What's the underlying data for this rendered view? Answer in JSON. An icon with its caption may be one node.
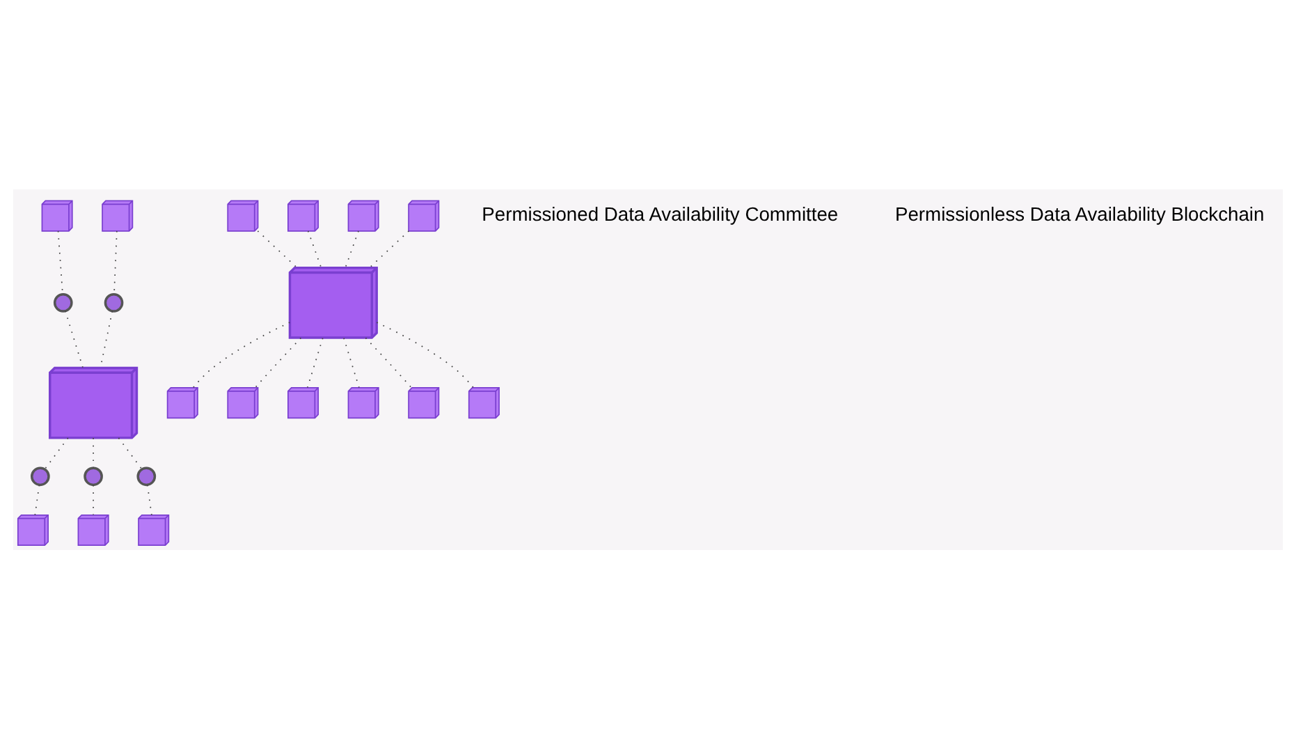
{
  "diagram": {
    "nodes": [
      {
        "text": [],
        "shape": "cube"
      },
      {
        "text": [],
        "shape": "lock"
      },
      {
        "text": [],
        "shape": "cube"
      },
      {
        "text": [],
        "shape": "lock"
      },
      {
        "text": [],
        "shape": "cube"
      },
      {
        "text": [],
        "shape": "lock"
      },
      {
        "text": [],
        "shape": "cube"
      },
      {
        "text": [],
        "shape": "lock"
      },
      {
        "text": [],
        "shape": "lock"
      },
      {
        "text": [],
        "shape": "cube"
      },
      {
        "text": [],
        "shape": "cube"
      },
      {
        "text": [],
        "shape": "cube"
      },
      {
        "text": [],
        "shape": "cube"
      },
      {
        "text": [],
        "shape": "cube"
      },
      {
        "text": [],
        "shape": "cube"
      },
      {
        "text": [],
        "shape": "cube"
      },
      {
        "text": [],
        "shape": "cube"
      },
      {
        "text": [],
        "shape": "cube"
      },
      {
        "text": [],
        "shape": "cube"
      },
      {
        "text": [],
        "shape": "cube"
      },
      {
        "text": [],
        "shape": "cube"
      },
      {
        "text": [],
        "shape": "cube"
      }
    ],
    "edges": [
      {
        "from": 0,
        "to": 1,
        "arrow": "none"
      },
      {
        "from": 1,
        "to": 4,
        "arrow": "none"
      },
      {
        "from": 2,
        "to": 3,
        "arrow": "none"
      },
      {
        "from": 3,
        "to": 4,
        "arrow": "none"
      },
      {
        "from": 4,
        "to": 5,
        "arrow": "none"
      },
      {
        "from": 5,
        "to": 6,
        "arrow": "none"
      },
      {
        "from": 4,
        "to": 7,
        "arrow": "none"
      },
      {
        "from": 7,
        "to": 9,
        "arrow": "none"
      },
      {
        "from": 4,
        "to": 8,
        "arrow": "none"
      },
      {
        "from": 8,
        "to": 10,
        "arrow": "none"
      },
      {
        "from": 11,
        "to": 15,
        "arrow": "none"
      },
      {
        "from": 12,
        "to": 15,
        "arrow": "none"
      },
      {
        "from": 13,
        "to": 15,
        "arrow": "none"
      },
      {
        "from": 14,
        "to": 15,
        "arrow": "none"
      },
      {
        "from": 15,
        "to": 16,
        "arrow": "none"
      },
      {
        "from": 15,
        "to": 17,
        "arrow": "none"
      },
      {
        "from": 15,
        "to": 18,
        "arrow": "none"
      },
      {
        "from": 15,
        "to": 19,
        "arrow": "none"
      },
      {
        "from": 15,
        "to": 20,
        "arrow": "none"
      },
      {
        "from": 15,
        "to": 21,
        "arrow": "none"
      }
    ],
    "labels": [
      "Permissioned Data Availability Committee",
      "Permissionless Data Availability Blockchain"
    ]
  }
}
